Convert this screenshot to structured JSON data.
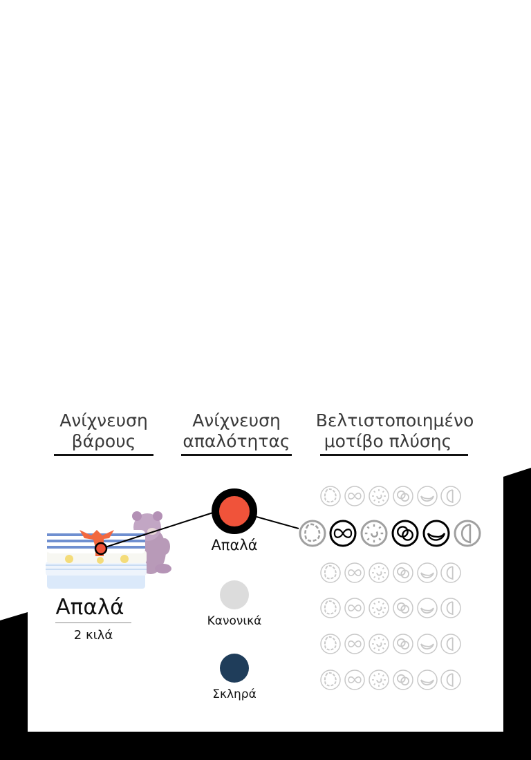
{
  "headers": {
    "weight": "Ανίχνευση βάρους",
    "weight_line1": "Ανίχνευση",
    "weight_line2": "βάρους",
    "softness_line1": "Ανίχνευση",
    "softness_line2": "απαλότητας",
    "pattern_line1": "Βελτιστοποιημένο",
    "pattern_line2": "μοτίβο πλύσης"
  },
  "weight": {
    "result_label": "Απαλά",
    "weight_value": "2 κιλά",
    "image": "clothes-stack-with-teddy-bear"
  },
  "softness": {
    "options": [
      {
        "label": "Απαλά",
        "color": "#f0533a",
        "selected": true
      },
      {
        "label": "Κανονικά",
        "color": "#dcdcdc",
        "selected": false
      },
      {
        "label": "Σκληρά",
        "color": "#1f3d5a",
        "selected": false
      }
    ]
  },
  "wash_patterns": {
    "icons": [
      "rolling-icon",
      "swing-icon",
      "stepping-icon",
      "tumbling-icon",
      "scrubbing-icon",
      "filtration-icon"
    ],
    "rows": 6,
    "active_row": 2,
    "active_highlighted": [
      "swing-icon",
      "tumbling-icon",
      "scrubbing-icon"
    ]
  },
  "colors": {
    "accent": "#f0533a",
    "black": "#000000",
    "inactive_icon": "#c8c8c8",
    "active_dim_icon": "#a0a0a0"
  }
}
